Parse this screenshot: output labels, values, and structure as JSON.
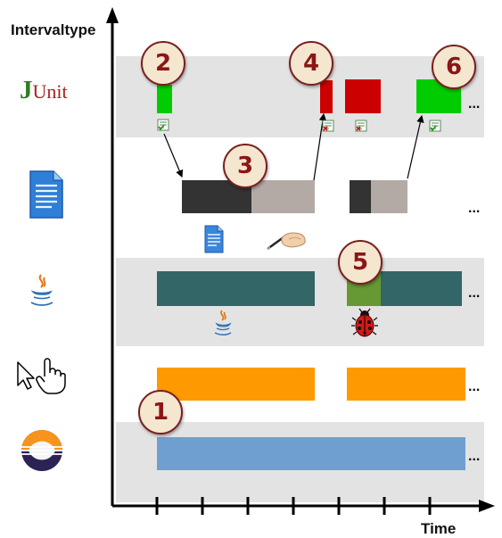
{
  "axis": {
    "y_label": "Intervaltype",
    "x_label": "Time"
  },
  "junit_logo": {
    "j": "J",
    "rest": "Unit"
  },
  "markers": [
    "1",
    "2",
    "3",
    "4",
    "5",
    "6"
  ],
  "continuation": "...",
  "colors": {
    "band": "#e3e3e3",
    "test_pass": "#00cc00",
    "test_fail": "#cc0000",
    "read": "#333333",
    "edit": "#b3aaa5",
    "java": "#336666",
    "debug": "#669933",
    "user_input": "#ff9900",
    "ide": "#6f9fd0",
    "marker_fill": "#f4e6cf",
    "marker_text": "#8b1616"
  }
}
